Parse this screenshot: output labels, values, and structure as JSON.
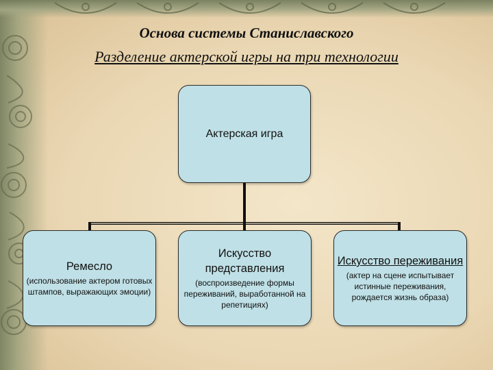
{
  "title": "Основа системы  Станиславского",
  "subtitle": "Разделение актерской игры на три технологии",
  "root": {
    "label": "Актерская игра"
  },
  "children": [
    {
      "label": "Ремесло",
      "description": "(использование актером готовых штампов, выражающих эмоции)"
    },
    {
      "label": "Искусство представления",
      "description": "(воспроизведение формы переживаний, выработанной на репетициях)"
    },
    {
      "label": "Искусство переживания",
      "description": "(актер на сцене испытывает истинные переживания, рождается жизнь образа)"
    }
  ],
  "colors": {
    "node_fill": "#bfe0e6",
    "connector": "#111111",
    "background": "#ead7b3"
  }
}
